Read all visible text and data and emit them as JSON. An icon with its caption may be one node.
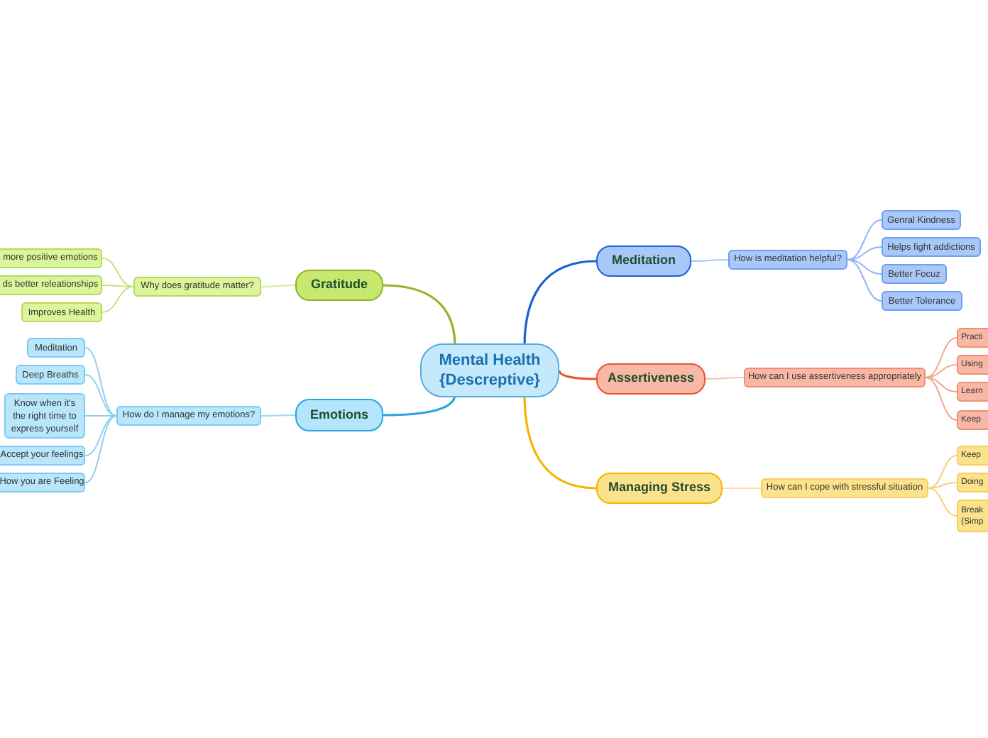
{
  "diagram": {
    "nodes": [
      {
        "text": [
          "Mental Health {Descreptive}"
        ]
      },
      {
        "text": [
          "Gratitude"
        ]
      },
      {
        "text": [
          "Why does gratitude matter?"
        ]
      },
      {
        "text": [
          "more positive emotions"
        ]
      },
      {
        "text": [
          "ds better releationships"
        ]
      },
      {
        "text": [
          "Improves Health"
        ]
      },
      {
        "text": [
          "Emotions"
        ]
      },
      {
        "text": [
          "How do I manage my emotions?"
        ]
      },
      {
        "text": [
          "Meditation"
        ]
      },
      {
        "text": [
          "Deep Breaths"
        ]
      },
      {
        "text": [
          "Know when it's the right time to express yourself"
        ]
      },
      {
        "text": [
          "Accept your feelings"
        ]
      },
      {
        "text": [
          "How you are Feeling"
        ]
      },
      {
        "text": [
          "Meditation"
        ]
      },
      {
        "text": [
          "How is meditation helpful?"
        ]
      },
      {
        "text": [
          "Genral Kindness"
        ]
      },
      {
        "text": [
          "Helps fight addictions"
        ]
      },
      {
        "text": [
          "Better Focuz"
        ]
      },
      {
        "text": [
          "Better Tolerance"
        ]
      },
      {
        "text": [
          "Assertiveness"
        ]
      },
      {
        "text": [
          "How can I use assertiveness appropriately"
        ]
      },
      {
        "text": [
          "Practi"
        ]
      },
      {
        "text": [
          "Using"
        ]
      },
      {
        "text": [
          "Learn"
        ]
      },
      {
        "text": [
          "Keep"
        ]
      },
      {
        "text": [
          "Managing Stress"
        ]
      },
      {
        "text": [
          "How can I cope with stressful situation"
        ]
      },
      {
        "text": [
          "Keep"
        ]
      },
      {
        "text": [
          "Doing"
        ]
      },
      {
        "text": [
          "Break (Simp"
        ]
      }
    ],
    "edges": [
      {
        "from": 0,
        "to": 1,
        "arrow": "none",
        "color": "#8fb52a"
      },
      {
        "from": 1,
        "to": 2,
        "arrow": "none",
        "color": "#d4ef9a"
      },
      {
        "from": 2,
        "to": 3,
        "arrow": "none",
        "color": "#c5e37f"
      },
      {
        "from": 2,
        "to": 4,
        "arrow": "none",
        "color": "#c5e37f"
      },
      {
        "from": 2,
        "to": 5,
        "arrow": "none",
        "color": "#c5e37f"
      },
      {
        "from": 0,
        "to": 6,
        "arrow": "none",
        "color": "#2aa5e0"
      },
      {
        "from": 6,
        "to": 7,
        "arrow": "none",
        "color": "#9ed8f5"
      },
      {
        "from": 7,
        "to": 8,
        "arrow": "none",
        "color": "#8fd0f2"
      },
      {
        "from": 7,
        "to": 9,
        "arrow": "none",
        "color": "#8fd0f2"
      },
      {
        "from": 7,
        "to": 10,
        "arrow": "none",
        "color": "#8fd0f2"
      },
      {
        "from": 7,
        "to": 11,
        "arrow": "none",
        "color": "#8fd0f2"
      },
      {
        "from": 7,
        "to": 12,
        "arrow": "none",
        "color": "#8fd0f2"
      },
      {
        "from": 0,
        "to": 13,
        "arrow": "none",
        "color": "#1a62d6"
      },
      {
        "from": 13,
        "to": 14,
        "arrow": "none",
        "color": "#a9c7f7"
      },
      {
        "from": 14,
        "to": 15,
        "arrow": "none",
        "color": "#8fb5f2"
      },
      {
        "from": 14,
        "to": 16,
        "arrow": "none",
        "color": "#8fb5f2"
      },
      {
        "from": 14,
        "to": 17,
        "arrow": "none",
        "color": "#8fb5f2"
      },
      {
        "from": 14,
        "to": 18,
        "arrow": "none",
        "color": "#8fb5f2"
      },
      {
        "from": 0,
        "to": 19,
        "arrow": "none",
        "color": "#e8552e"
      },
      {
        "from": 19,
        "to": 20,
        "arrow": "none",
        "color": "#f7c1b2"
      },
      {
        "from": 20,
        "to": 21,
        "arrow": "none",
        "color": "#f4a58f"
      },
      {
        "from": 20,
        "to": 22,
        "arrow": "none",
        "color": "#f4a58f"
      },
      {
        "from": 20,
        "to": 23,
        "arrow": "none",
        "color": "#f4a58f"
      },
      {
        "from": 20,
        "to": 24,
        "arrow": "none",
        "color": "#f4a58f"
      },
      {
        "from": 0,
        "to": 25,
        "arrow": "none",
        "color": "#f5b400"
      },
      {
        "from": 25,
        "to": 26,
        "arrow": "none",
        "color": "#fbe0a0"
      },
      {
        "from": 26,
        "to": 27,
        "arrow": "none",
        "color": "#f8d27a"
      },
      {
        "from": 26,
        "to": 28,
        "arrow": "none",
        "color": "#f8d27a"
      },
      {
        "from": 26,
        "to": 29,
        "arrow": "none",
        "color": "#f8d27a"
      }
    ]
  }
}
